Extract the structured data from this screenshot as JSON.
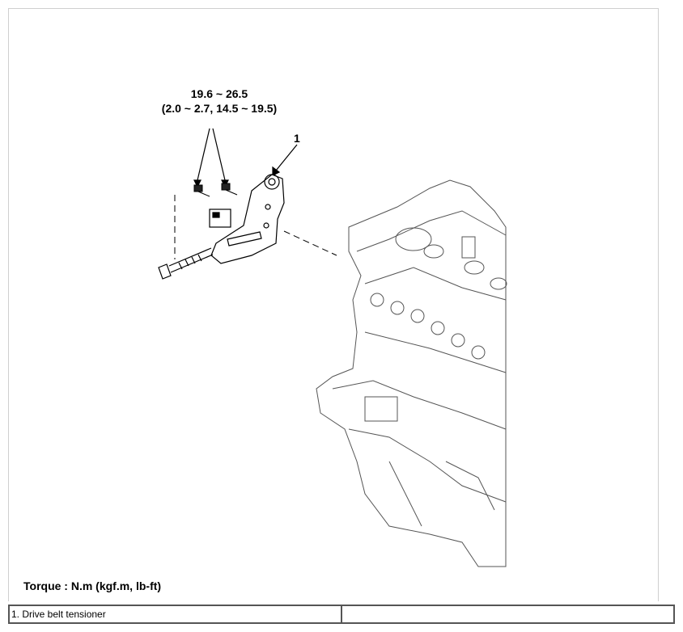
{
  "torque_spec": {
    "line1": "19.6 ~ 26.5",
    "line2": "(2.0 ~ 2.7, 14.5 ~ 19.5)"
  },
  "callout": "1",
  "torque_note": "Torque : N.m (kgf.m, lb-ft)",
  "legend": [
    [
      "1. Drive belt tensioner",
      ""
    ]
  ]
}
